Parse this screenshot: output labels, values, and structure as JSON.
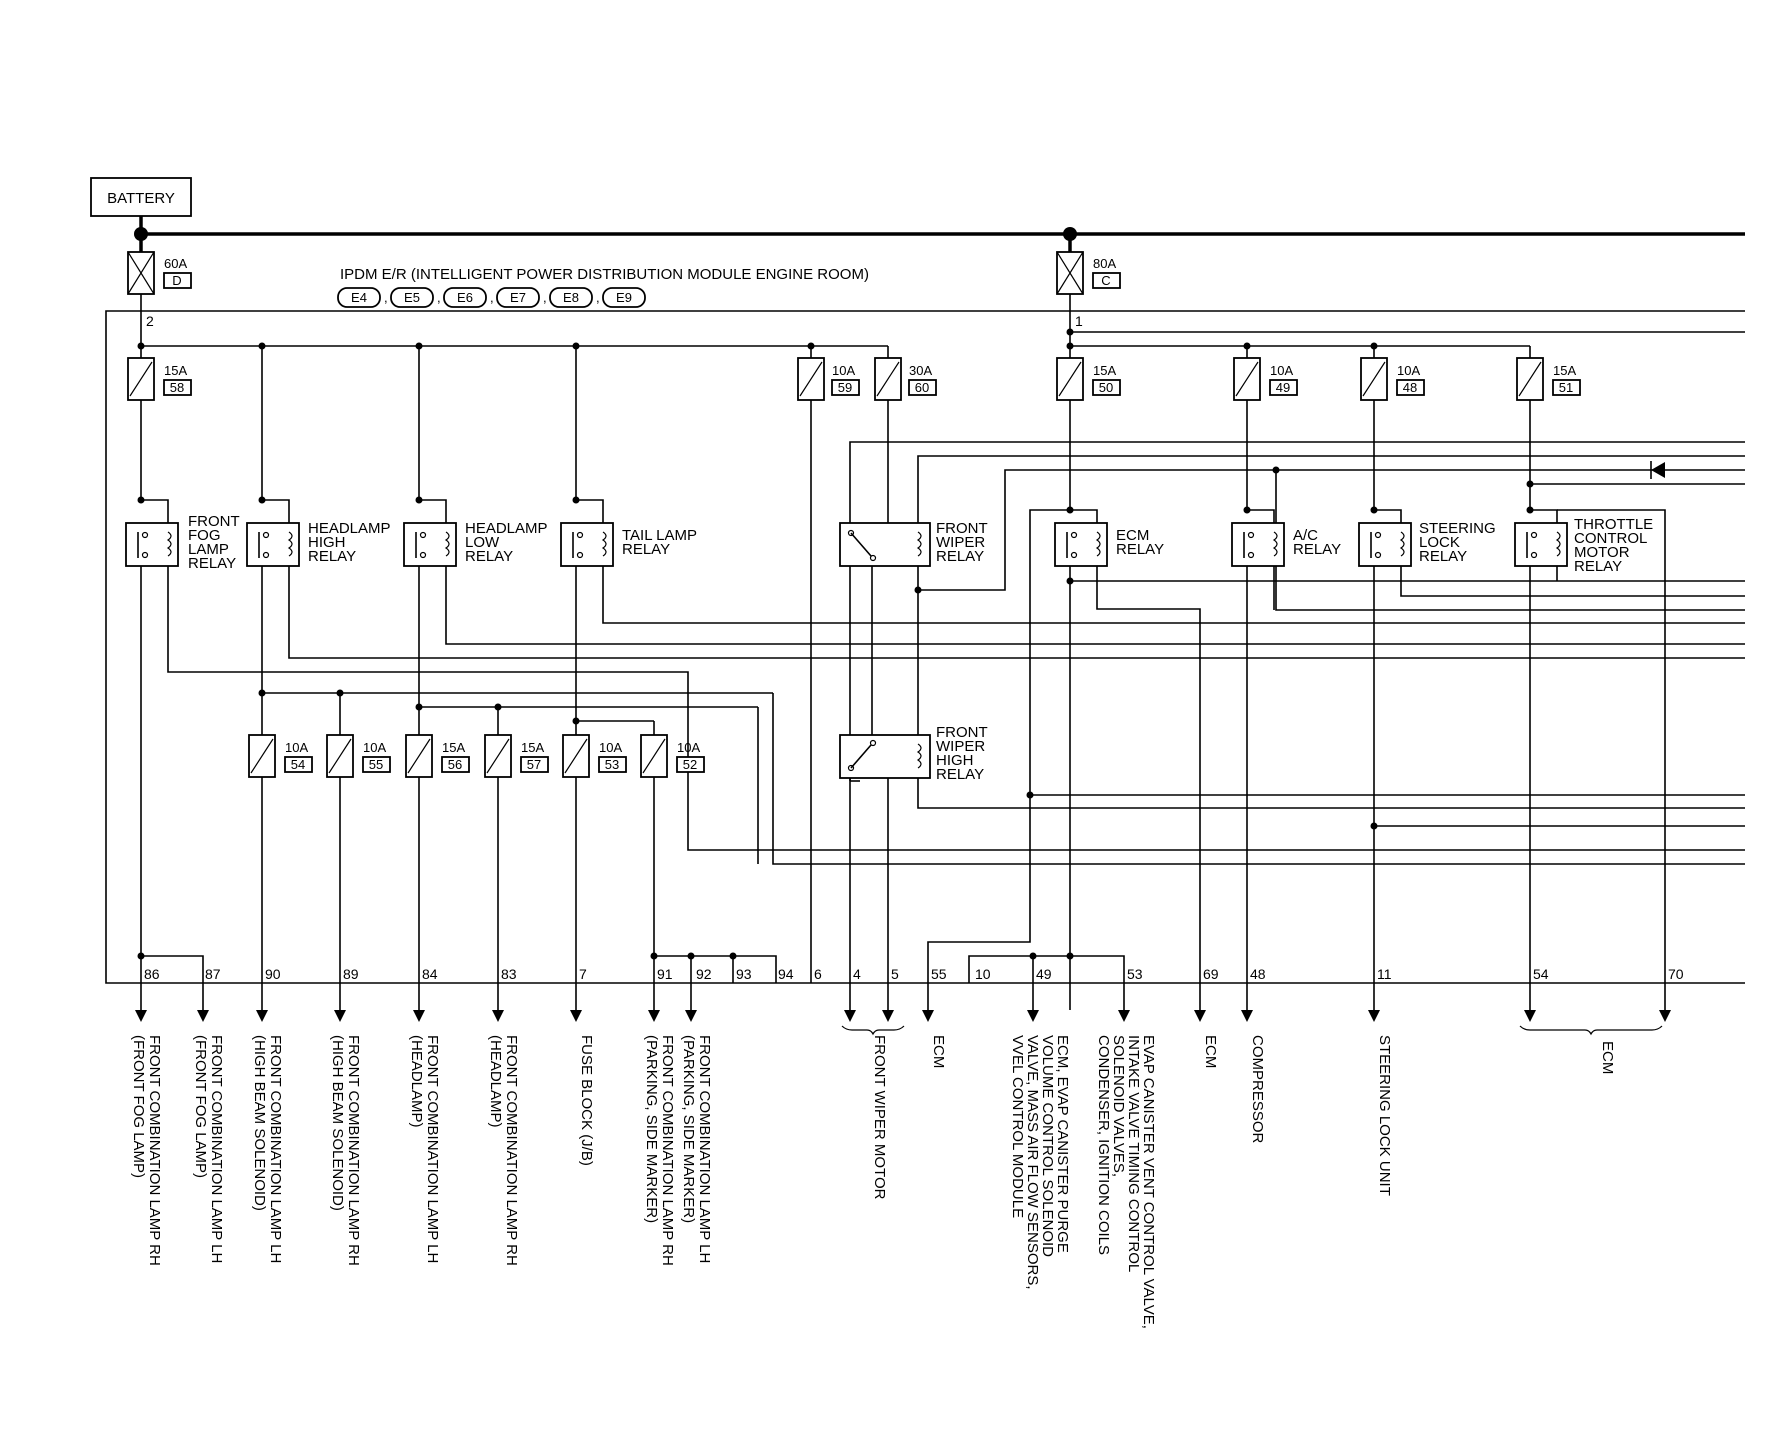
{
  "battery": "BATTERY",
  "module_title": "IPDM E/R (INTELLIGENT POWER DISTRIBUTION MODULE ENGINE ROOM)",
  "connectors": [
    "E4",
    "E5",
    "E6",
    "E7",
    "E8",
    "E9"
  ],
  "main_fuses": [
    {
      "amp": "60A",
      "id": "D",
      "terminal": "2"
    },
    {
      "amp": "80A",
      "id": "C",
      "terminal": "1"
    }
  ],
  "fuses_top": [
    {
      "amp": "15A",
      "num": "58"
    },
    {
      "amp": "10A",
      "num": "59"
    },
    {
      "amp": "30A",
      "num": "60"
    },
    {
      "amp": "15A",
      "num": "50"
    },
    {
      "amp": "10A",
      "num": "49"
    },
    {
      "amp": "10A",
      "num": "48"
    },
    {
      "amp": "15A",
      "num": "51"
    }
  ],
  "fuses_bottom": [
    {
      "amp": "10A",
      "num": "54"
    },
    {
      "amp": "10A",
      "num": "55"
    },
    {
      "amp": "15A",
      "num": "56"
    },
    {
      "amp": "15A",
      "num": "57"
    },
    {
      "amp": "10A",
      "num": "53"
    },
    {
      "amp": "10A",
      "num": "52"
    }
  ],
  "relays": [
    {
      "name": "fog",
      "lines": [
        "FRONT",
        "FOG",
        "LAMP",
        "RELAY"
      ]
    },
    {
      "name": "high",
      "lines": [
        "HEADLAMP",
        "HIGH",
        "RELAY"
      ]
    },
    {
      "name": "low",
      "lines": [
        "HEADLAMP",
        "LOW",
        "RELAY"
      ]
    },
    {
      "name": "tail",
      "lines": [
        "TAIL LAMP",
        "RELAY"
      ]
    },
    {
      "name": "wiper",
      "lines": [
        "FRONT",
        "WIPER",
        "RELAY"
      ]
    },
    {
      "name": "ecm",
      "lines": [
        "ECM",
        "RELAY"
      ]
    },
    {
      "name": "ac",
      "lines": [
        "A/C",
        "RELAY"
      ]
    },
    {
      "name": "steer",
      "lines": [
        "STEERING",
        "LOCK",
        "RELAY"
      ]
    },
    {
      "name": "throttle",
      "lines": [
        "THROTTLE",
        "CONTROL",
        "MOTOR",
        "RELAY"
      ]
    },
    {
      "name": "wiperhigh",
      "lines": [
        "FRONT",
        "WIPER",
        "HIGH",
        "RELAY"
      ]
    }
  ],
  "terminals": [
    "86",
    "87",
    "90",
    "89",
    "84",
    "83",
    "7",
    "91",
    "92",
    "93",
    "94",
    "6",
    "4",
    "5",
    "55",
    "10",
    "49",
    "53",
    "69",
    "48",
    "11",
    "54",
    "70"
  ],
  "outputs": [
    {
      "lines": [
        "FRONT COMBINATION LAMP RH",
        "(FRONT FOG LAMP)"
      ]
    },
    {
      "lines": [
        "FRONT COMBINATION LAMP LH",
        "(FRONT FOG LAMP)"
      ]
    },
    {
      "lines": [
        "FRONT COMBINATION LAMP LH",
        "(HIGH BEAM SOLENOID)"
      ]
    },
    {
      "lines": [
        "FRONT COMBINATION LAMP RH",
        "(HIGH BEAM SOLENOID)"
      ]
    },
    {
      "lines": [
        "FRONT COMBINATION LAMP LH",
        "(HEADLAMP)"
      ]
    },
    {
      "lines": [
        "FRONT COMBINATION LAMP RH",
        "(HEADLAMP)"
      ]
    },
    {
      "lines": [
        "FUSE BLOCK (J/B)"
      ]
    },
    {
      "lines": [
        "FRONT COMBINATION LAMP RH",
        "(PARKING, SIDE MARKER)"
      ]
    },
    {
      "lines": [
        "FRONT COMBINATION LAMP LH",
        "(PARKING, SIDE MARKER)"
      ]
    },
    {
      "lines": [
        "FRONT WIPER MOTOR"
      ]
    },
    {
      "lines": [
        "ECM"
      ]
    },
    {
      "lines": [
        "ECM, EVAP CANISTER PURGE",
        "VOLUME CONTROL SOLENOID",
        "VALVE, MASS AIR FLOW SENSORS,",
        "VVEL CONTROL MODULE"
      ]
    },
    {
      "lines": [
        "EVAP CANISTER VENT CONTROL VALVE,",
        "INTAKE VALVE TIMING CONTROL",
        "SOLENOID VALVES,",
        "CONDENSER, IGNITION COILS"
      ]
    },
    {
      "lines": [
        "ECM"
      ]
    },
    {
      "lines": [
        "COMPRESSOR"
      ]
    },
    {
      "lines": [
        "STEERING LOCK UNIT"
      ]
    },
    {
      "lines": [
        "ECM"
      ]
    }
  ]
}
